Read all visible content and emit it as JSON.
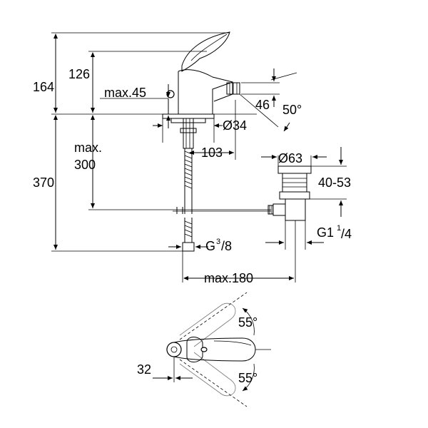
{
  "dimensions": {
    "d164": "164",
    "d126": "126",
    "max45": "max.45",
    "d46": "46",
    "angle50": "50°",
    "dia34": "Ø34",
    "d103": "103",
    "max300_line1": "max.",
    "max300_line2": "300",
    "d370": "370",
    "dia63": "Ø63",
    "d40_53": "40-53",
    "g38_prefix": "G",
    "g38_num": "3",
    "g38_den": "/8",
    "g114_prefix": "G1",
    "g114_num": "1",
    "g114_den": "/4",
    "max180": "max.180",
    "angle55_top": "55°",
    "angle55_bottom": "55°",
    "d32": "32"
  }
}
